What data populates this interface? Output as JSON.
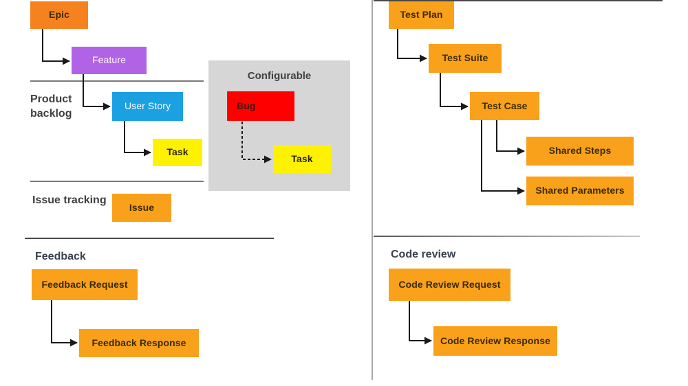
{
  "colors": {
    "epic_orange": "#F5821F",
    "orange": "#F9A11B",
    "purple": "#B163E6",
    "blue": "#1BA0E2",
    "yellow": "#FFF200",
    "red": "#FE0000",
    "panel_gray": "#D6D6D6",
    "box_text": "#3A2A00",
    "bug_text": "#4B1212",
    "heading_text": "#39414E",
    "label_text": "#3F3F3F",
    "arrow": "#1A1A1A",
    "rule_light": "#7A7A7A",
    "rule_dark": "#474747",
    "divider": "#A6A6A6"
  },
  "backlog": {
    "epic": "Epic",
    "feature": "Feature",
    "user_story": "User Story",
    "task": "Task",
    "issue": "Issue",
    "product_label_line1": "Product",
    "product_label_line2": "backlog",
    "issue_tracking_label": "Issue tracking"
  },
  "configurable": {
    "title": "Configurable",
    "bug": "Bug",
    "task": "Task"
  },
  "test_management": {
    "test_plan": "Test Plan",
    "test_suite": "Test Suite",
    "test_case": "Test Case",
    "shared_steps": "Shared Steps",
    "shared_parameters": "Shared Parameters"
  },
  "feedback": {
    "heading": "Feedback",
    "request": "Feedback Request",
    "response": "Feedback Response"
  },
  "code_review": {
    "heading": "Code review",
    "request": "Code Review Request",
    "response": "Code Review Response"
  }
}
